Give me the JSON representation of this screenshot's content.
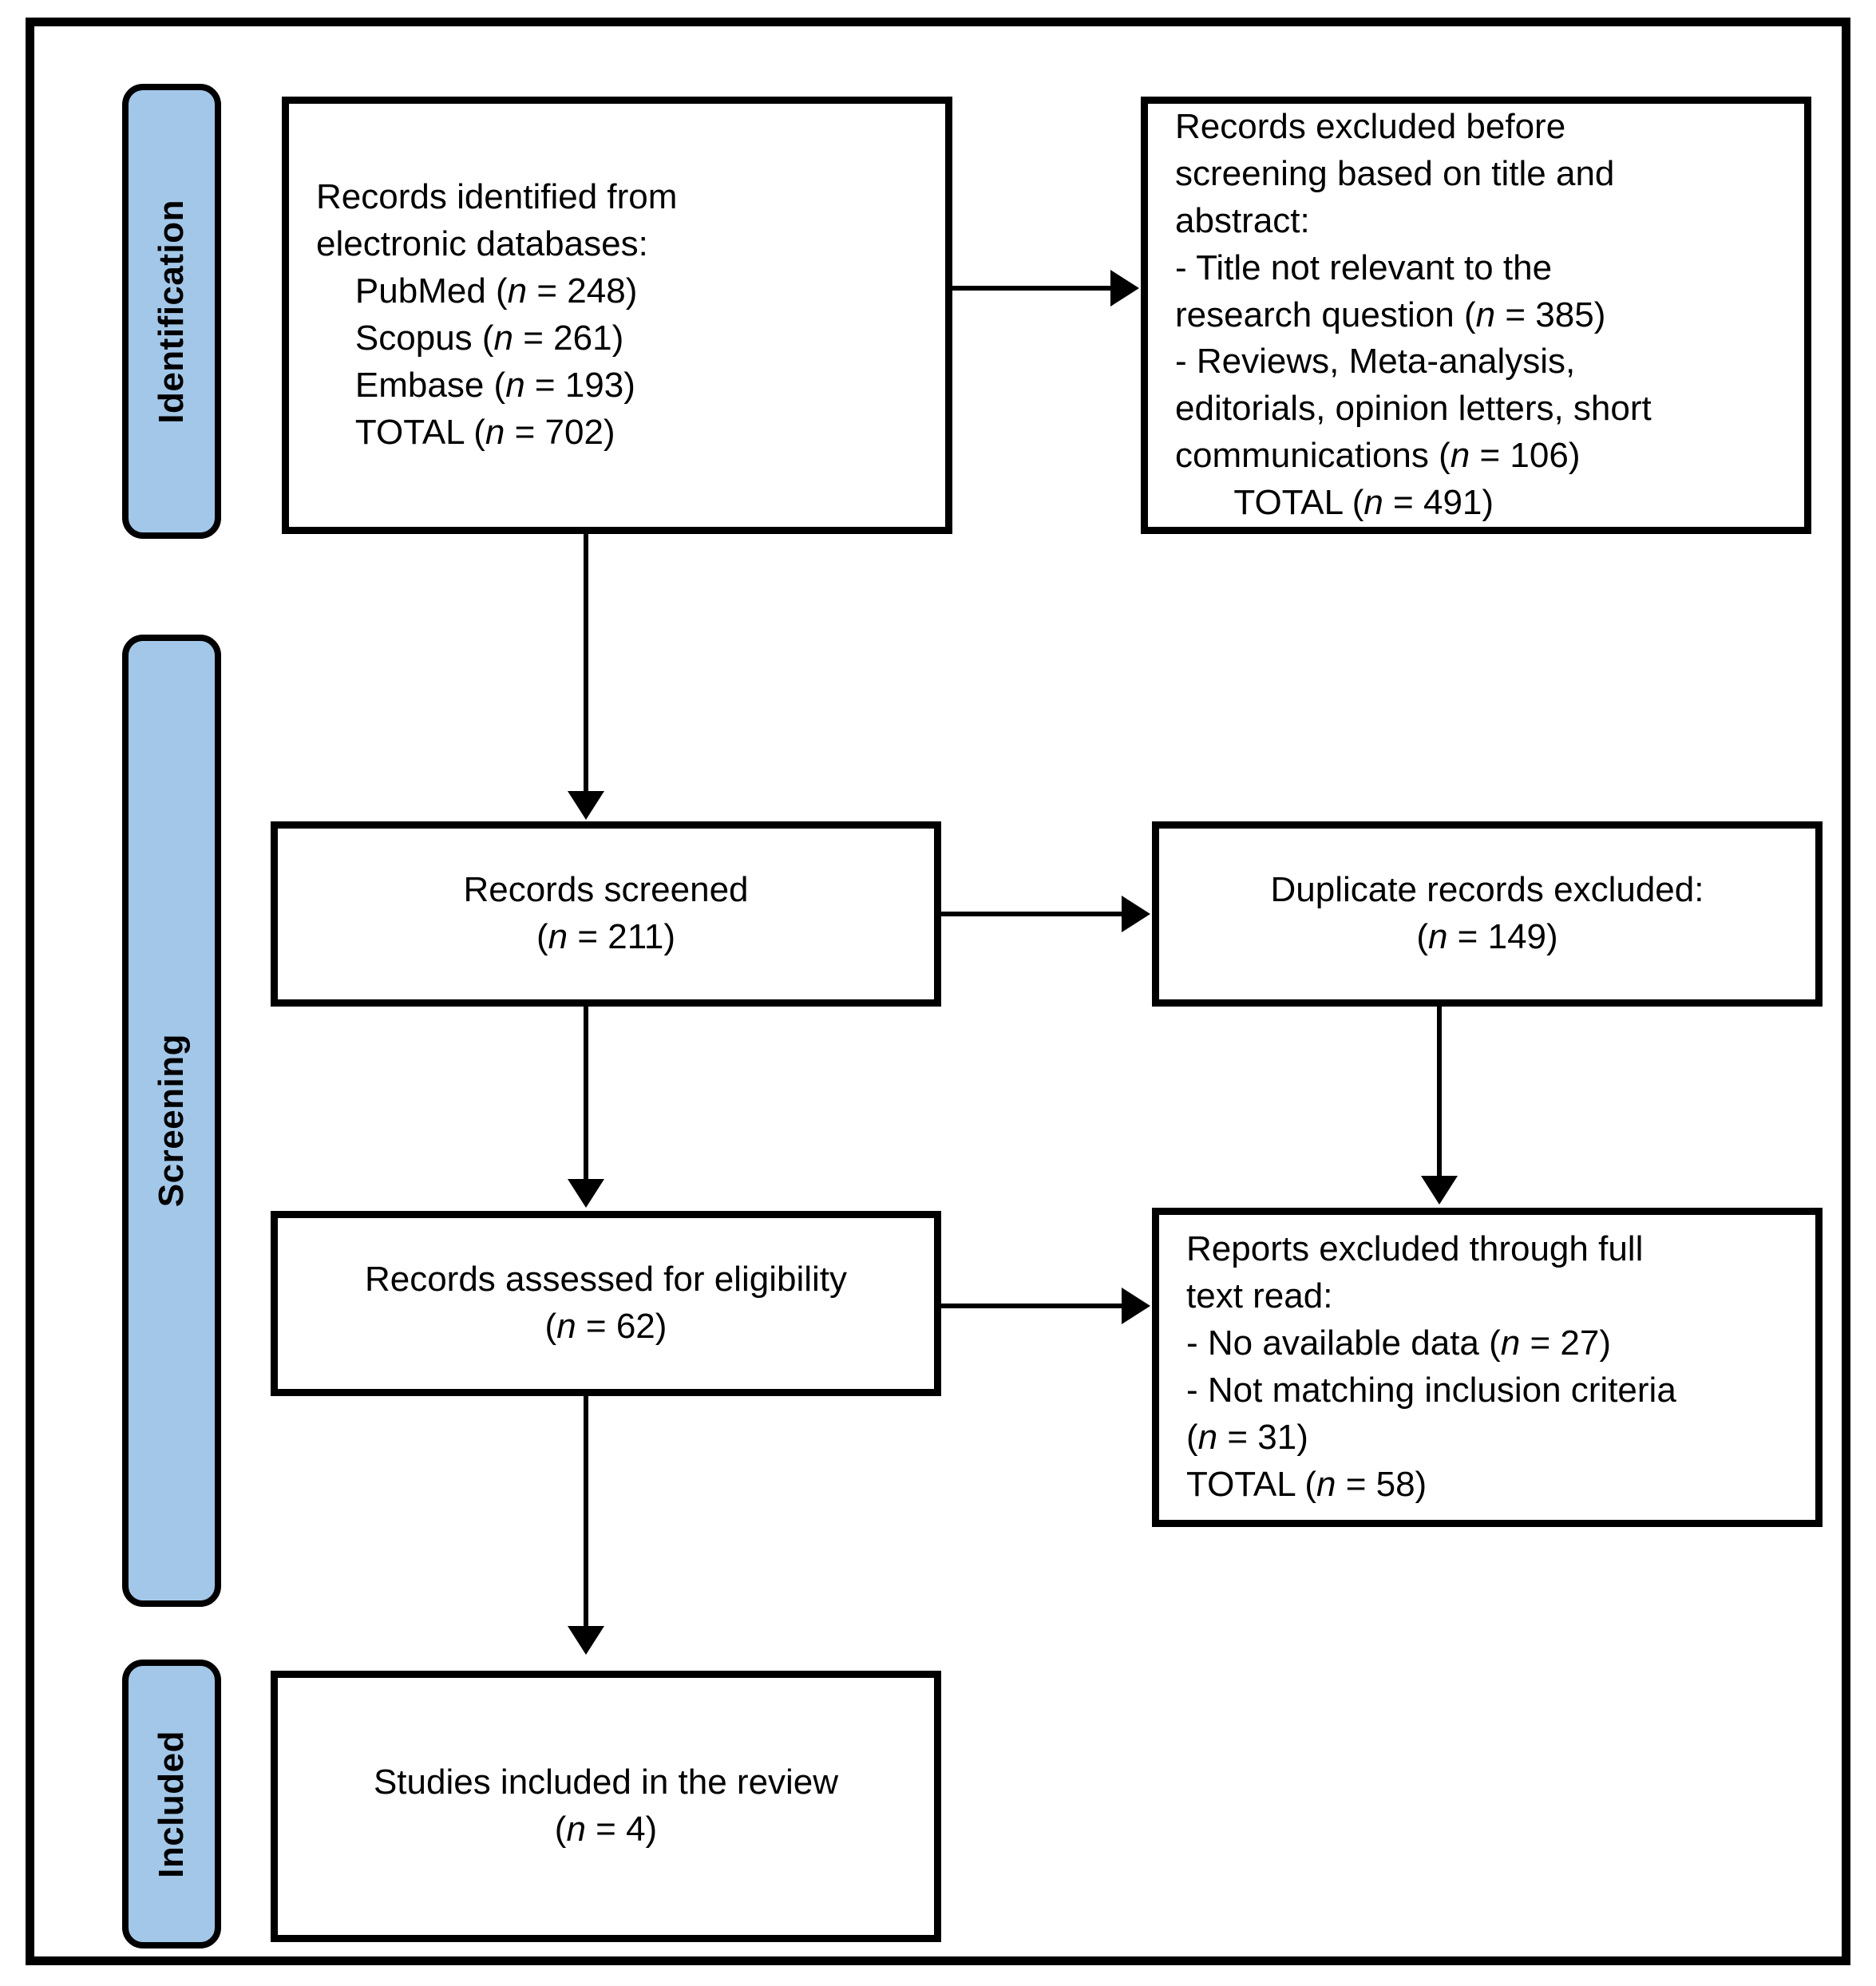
{
  "diagram": {
    "title": "PRISMA flow diagram",
    "accent_color": "#a3c7e8",
    "line_color": "#000000",
    "background_color": "#ffffff"
  },
  "stages": [
    {
      "id": "identification",
      "label": "Identification"
    },
    {
      "id": "screening",
      "label": "Screening"
    },
    {
      "id": "included",
      "label": "Included"
    }
  ],
  "boxes": {
    "identified": {
      "text": "Records identified from\nelectronic databases:\n    PubMed (n = 248)\n    Scopus (n = 261)\n    Embase (n = 193)\n    TOTAL (n = 702)"
    },
    "excluded_before_screening": {
      "text": "Records excluded before\nscreening based on title and\nabstract:\n- Title not relevant to the\nresearch question (n = 385)\n- Reviews, Meta-analysis,\neditorials, opinion letters, short\ncommunications (n = 106)\n      TOTAL (n = 491)"
    },
    "screened": {
      "text": "Records screened\n(n = 211)"
    },
    "duplicates_excluded": {
      "text": "Duplicate records excluded:\n(n = 149)"
    },
    "assessed_eligibility": {
      "text": "Records assessed for eligibility\n(n = 62)"
    },
    "excluded_full_text": {
      "text": "Reports excluded through full\ntext read:\n- No available data (n = 27)\n- Not matching inclusion criteria\n(n = 31)\nTOTAL (n = 58)"
    },
    "included_studies": {
      "text": "Studies included in the review\n(n = 4)"
    }
  },
  "chart_data": {
    "type": "diagram",
    "title": "PRISMA flow diagram",
    "nodes": [
      {
        "id": "identified",
        "stage": "Identification",
        "label": "Records identified from electronic databases",
        "total": 702,
        "sources": [
          {
            "name": "PubMed",
            "n": 248
          },
          {
            "name": "Scopus",
            "n": 261
          },
          {
            "name": "Embase",
            "n": 193
          }
        ]
      },
      {
        "id": "excluded_before_screening",
        "stage": "Identification",
        "label": "Records excluded before screening based on title and abstract",
        "total": 491,
        "reasons": [
          {
            "name": "Title not relevant to the research question",
            "n": 385
          },
          {
            "name": "Reviews, Meta-analysis, editorials, opinion letters, short communications",
            "n": 106
          }
        ]
      },
      {
        "id": "screened",
        "stage": "Screening",
        "label": "Records screened",
        "n": 211
      },
      {
        "id": "duplicates_excluded",
        "stage": "Screening",
        "label": "Duplicate records excluded",
        "n": 149
      },
      {
        "id": "assessed_eligibility",
        "stage": "Screening",
        "label": "Records assessed for eligibility",
        "n": 62
      },
      {
        "id": "excluded_full_text",
        "stage": "Screening",
        "label": "Reports excluded through full text read",
        "total": 58,
        "reasons": [
          {
            "name": "No available data",
            "n": 27
          },
          {
            "name": "Not matching inclusion criteria",
            "n": 31
          }
        ]
      },
      {
        "id": "included_studies",
        "stage": "Included",
        "label": "Studies included in the review",
        "n": 4
      }
    ],
    "edges": [
      {
        "from": "identified",
        "to": "excluded_before_screening",
        "direction": "right"
      },
      {
        "from": "identified",
        "to": "screened",
        "direction": "down"
      },
      {
        "from": "screened",
        "to": "duplicates_excluded",
        "direction": "right"
      },
      {
        "from": "duplicates_excluded",
        "to": "excluded_full_text",
        "direction": "down"
      },
      {
        "from": "screened",
        "to": "assessed_eligibility",
        "direction": "down"
      },
      {
        "from": "assessed_eligibility",
        "to": "excluded_full_text",
        "direction": "right"
      },
      {
        "from": "assessed_eligibility",
        "to": "included_studies",
        "direction": "down"
      }
    ]
  }
}
